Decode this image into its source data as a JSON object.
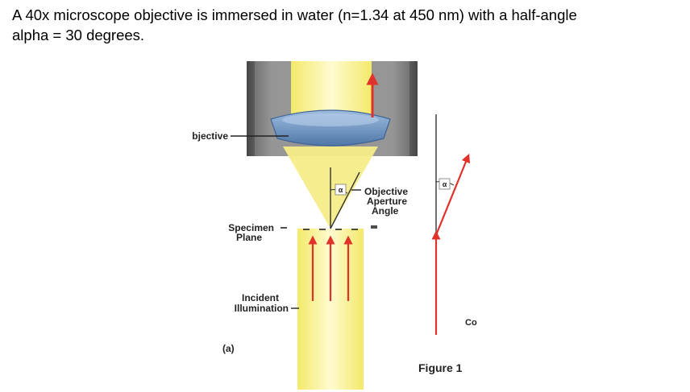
{
  "question": {
    "line1": "A 40x microscope objective is immersed in water (n=1.34 at 450 nm) with a half-angle",
    "line2": "alpha = 30 degrees."
  },
  "figure": {
    "labels": {
      "objective": "bjective",
      "specimen_line1": "Specimen",
      "specimen_line2": "Plane",
      "incident_line1": "Incident",
      "incident_line2": "Illumination",
      "panel_a": "(a)",
      "aperture_line1": "Objective",
      "aperture_line2": "Aperture",
      "aperture_line3": "Angle",
      "alpha_left": "α",
      "alpha_right": "α",
      "co": "Co",
      "caption": "Figure 1"
    },
    "colors": {
      "beam_yellow": "#f7ef8c",
      "beam_core": "#fff9c4",
      "housing_dark": "#555555",
      "housing_light": "#9a9a9a",
      "lens_blue": "#6e96c4",
      "ray_red": "#e0322a"
    }
  }
}
